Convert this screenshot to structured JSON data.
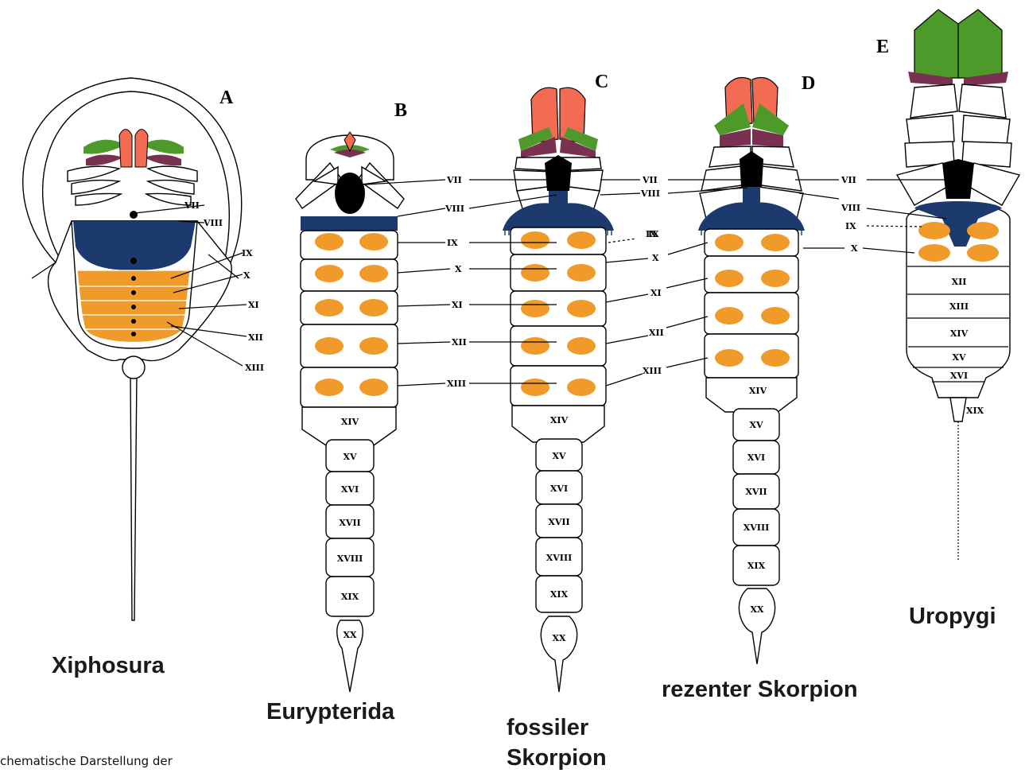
{
  "colors": {
    "chelicera": "#f26b52",
    "pedipalp": "#4d9a2b",
    "leg": "#7a3050",
    "segment7": "#000000",
    "segment8_9": "#1c3a6e",
    "gills": "#f09a2a",
    "outline": "#000000"
  },
  "figure": {
    "panels": [
      {
        "letter": "A",
        "name": "Xiphosura"
      },
      {
        "letter": "B",
        "name": "Eurypterida"
      },
      {
        "letter": "C",
        "name_line1": "fossiler",
        "name_line2": "Skorpion"
      },
      {
        "letter": "D",
        "name": "rezenter Skorpion"
      },
      {
        "letter": "E",
        "name": "Uropygi"
      }
    ],
    "caption_fragment": "chematische Darstellung der"
  },
  "labels": {
    "A": [
      "VII",
      "VIII",
      "IX",
      "X",
      "XI",
      "XII",
      "XIII"
    ],
    "B": [
      "VII",
      "VIII",
      "IX",
      "X",
      "XI",
      "XII",
      "XIII",
      "XIV",
      "XV",
      "XVI",
      "XVII",
      "XVIII",
      "XIX",
      "XX"
    ],
    "C": [
      "IX",
      "XIV",
      "XV",
      "XVI",
      "XVII",
      "XVIII",
      "XIX",
      "XX"
    ],
    "D": [
      "VII",
      "VIII",
      "IX",
      "X",
      "XI",
      "XII",
      "XIII",
      "XIV",
      "XV",
      "XVI",
      "XVII",
      "XVIII",
      "XIX",
      "XX"
    ],
    "E": [
      "VII",
      "VIII",
      "IX",
      "X",
      "XII",
      "XIII",
      "XIV",
      "XV",
      "XVI",
      "XIX"
    ]
  }
}
